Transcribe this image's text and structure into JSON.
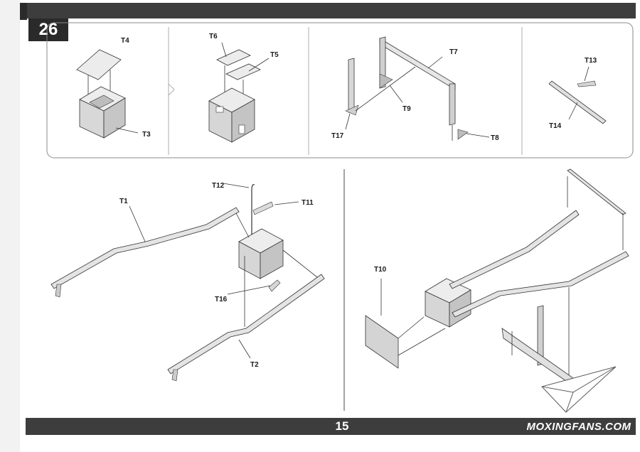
{
  "page": {
    "step_number": "26",
    "page_number": "15",
    "watermark": "MOXINGFANS.COM"
  },
  "parts": {
    "t1": "T1",
    "t2": "T2",
    "t3": "T3",
    "t4": "T4",
    "t5": "T5",
    "t6": "T6",
    "t7": "T7",
    "t8": "T8",
    "t9": "T9",
    "t10": "T10",
    "t11": "T11",
    "t12": "T12",
    "t13": "T13",
    "t14": "T14",
    "t16": "T16",
    "t17": "T17"
  },
  "colors": {
    "bar": "#3d3d3d",
    "part_fill": "#e2e2e2",
    "part_shade": "#c4c4c4",
    "line": "#333333"
  }
}
